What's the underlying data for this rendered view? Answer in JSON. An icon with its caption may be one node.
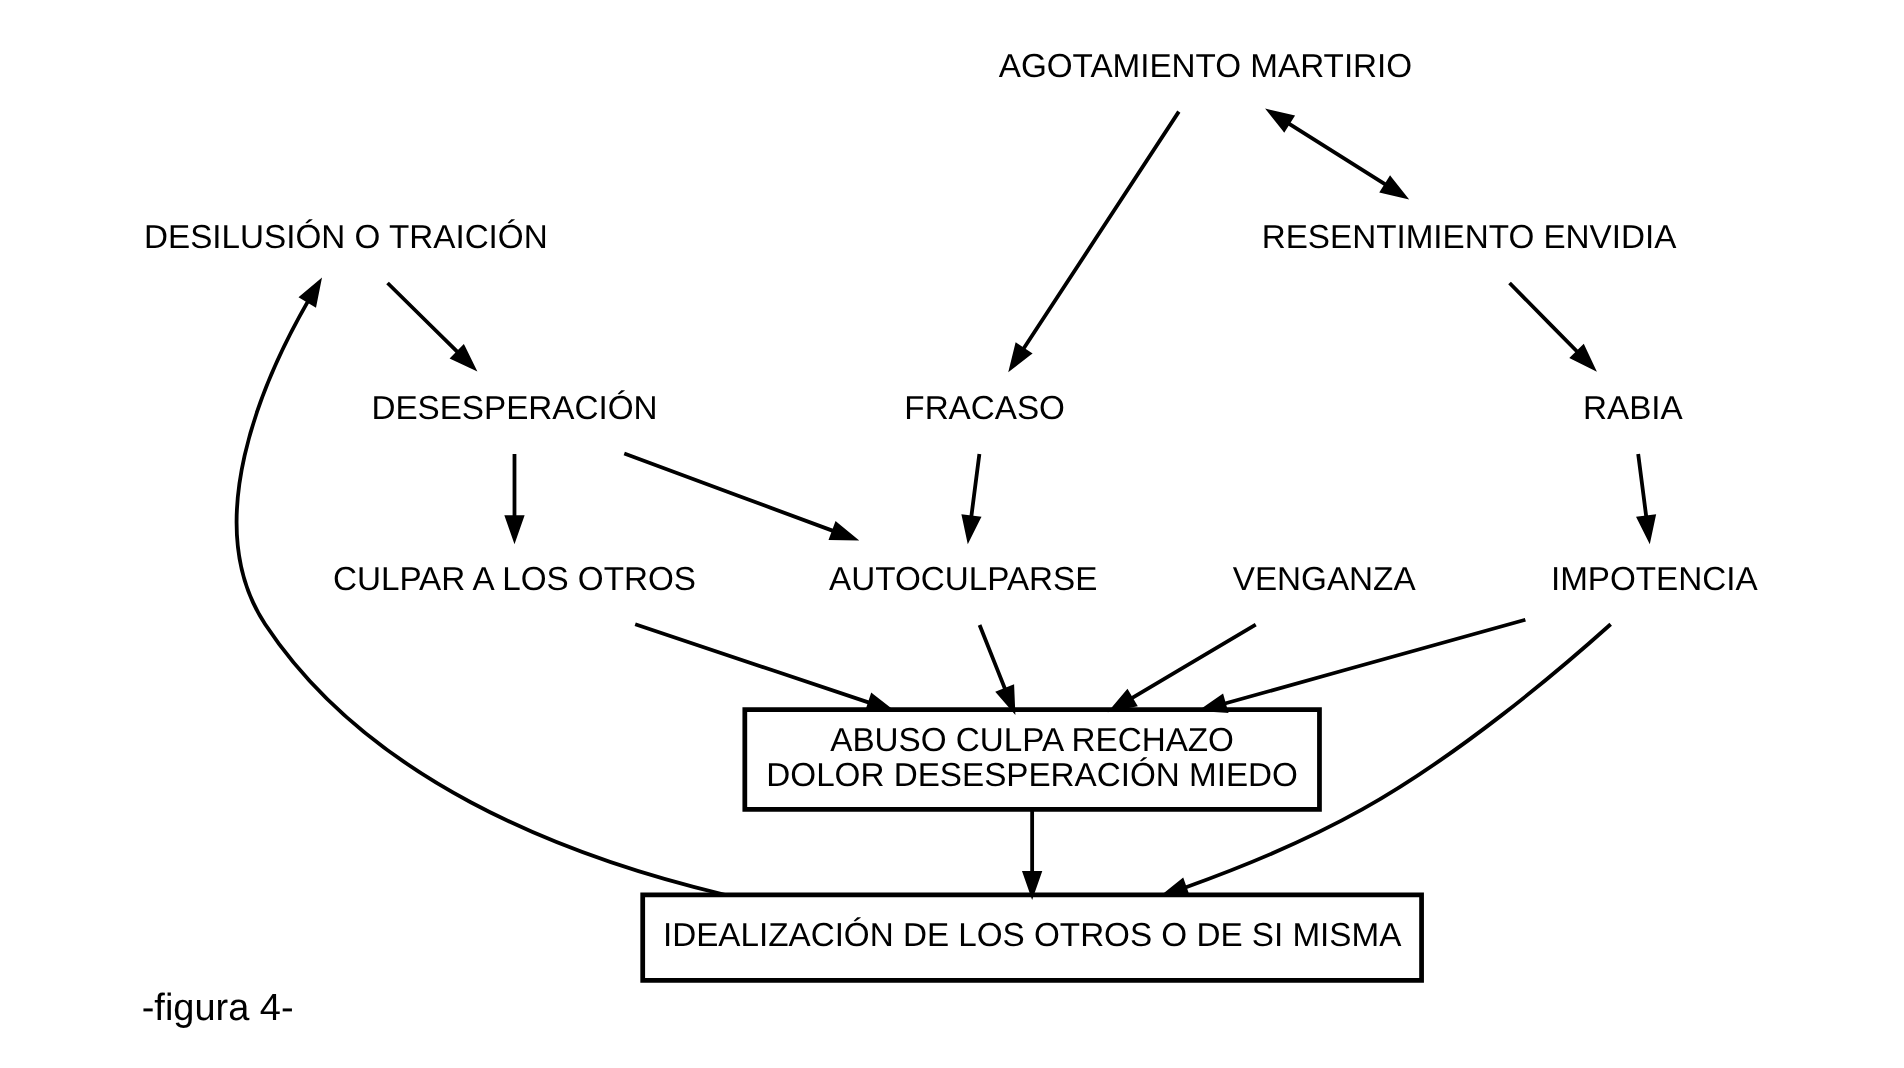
{
  "diagram": {
    "caption": "-figura 4-",
    "nodes": [
      {
        "text": [
          "DESILUSIÓN O TRAICIÓN"
        ]
      },
      {
        "text": [
          "IDEALIZACIÓN DE LOS OTROS O DE SI MISMA"
        ]
      },
      {
        "text": [
          "DESESPERACIÓN"
        ]
      },
      {
        "text": [
          "ABUSO CULPA RECHAZO",
          "DOLOR DESESPERACIÓN MIEDO"
        ]
      },
      {
        "text": [
          "VENGANZA"
        ]
      },
      {
        "text": [
          "CULPAR A LOS OTROS"
        ]
      },
      {
        "text": [
          "AUTOCULPARSE"
        ]
      },
      {
        "text": [
          "IMPOTENCIA"
        ]
      },
      {
        "text": [
          "FRACASO"
        ]
      },
      {
        "text": [
          "AGOTAMIENTO MARTIRIO"
        ]
      },
      {
        "text": [
          "RESENTIMIENTO ENVIDIA"
        ]
      },
      {
        "text": [
          "RABIA"
        ]
      }
    ],
    "edges": [
      {
        "from": 1,
        "to": 0,
        "arrow": "to"
      },
      {
        "from": 0,
        "to": 2,
        "arrow": "to"
      },
      {
        "from": 2,
        "to": 5,
        "arrow": "to"
      },
      {
        "from": 2,
        "to": 6,
        "arrow": "to"
      },
      {
        "from": 5,
        "to": 3,
        "arrow": "to"
      },
      {
        "from": 4,
        "to": 3,
        "arrow": "to"
      },
      {
        "from": 6,
        "to": 3,
        "arrow": "to"
      },
      {
        "from": 7,
        "to": 3,
        "arrow": "to"
      },
      {
        "from": 3,
        "to": 1,
        "arrow": "to"
      },
      {
        "from": 7,
        "to": 1,
        "arrow": "to"
      },
      {
        "from": 8,
        "to": 6,
        "arrow": "to"
      },
      {
        "from": 9,
        "to": 8,
        "arrow": "to"
      },
      {
        "from": 9,
        "to": 10,
        "arrow": "both"
      },
      {
        "from": 10,
        "to": 11,
        "arrow": "to"
      },
      {
        "from": 11,
        "to": 7,
        "arrow": "to"
      }
    ]
  }
}
